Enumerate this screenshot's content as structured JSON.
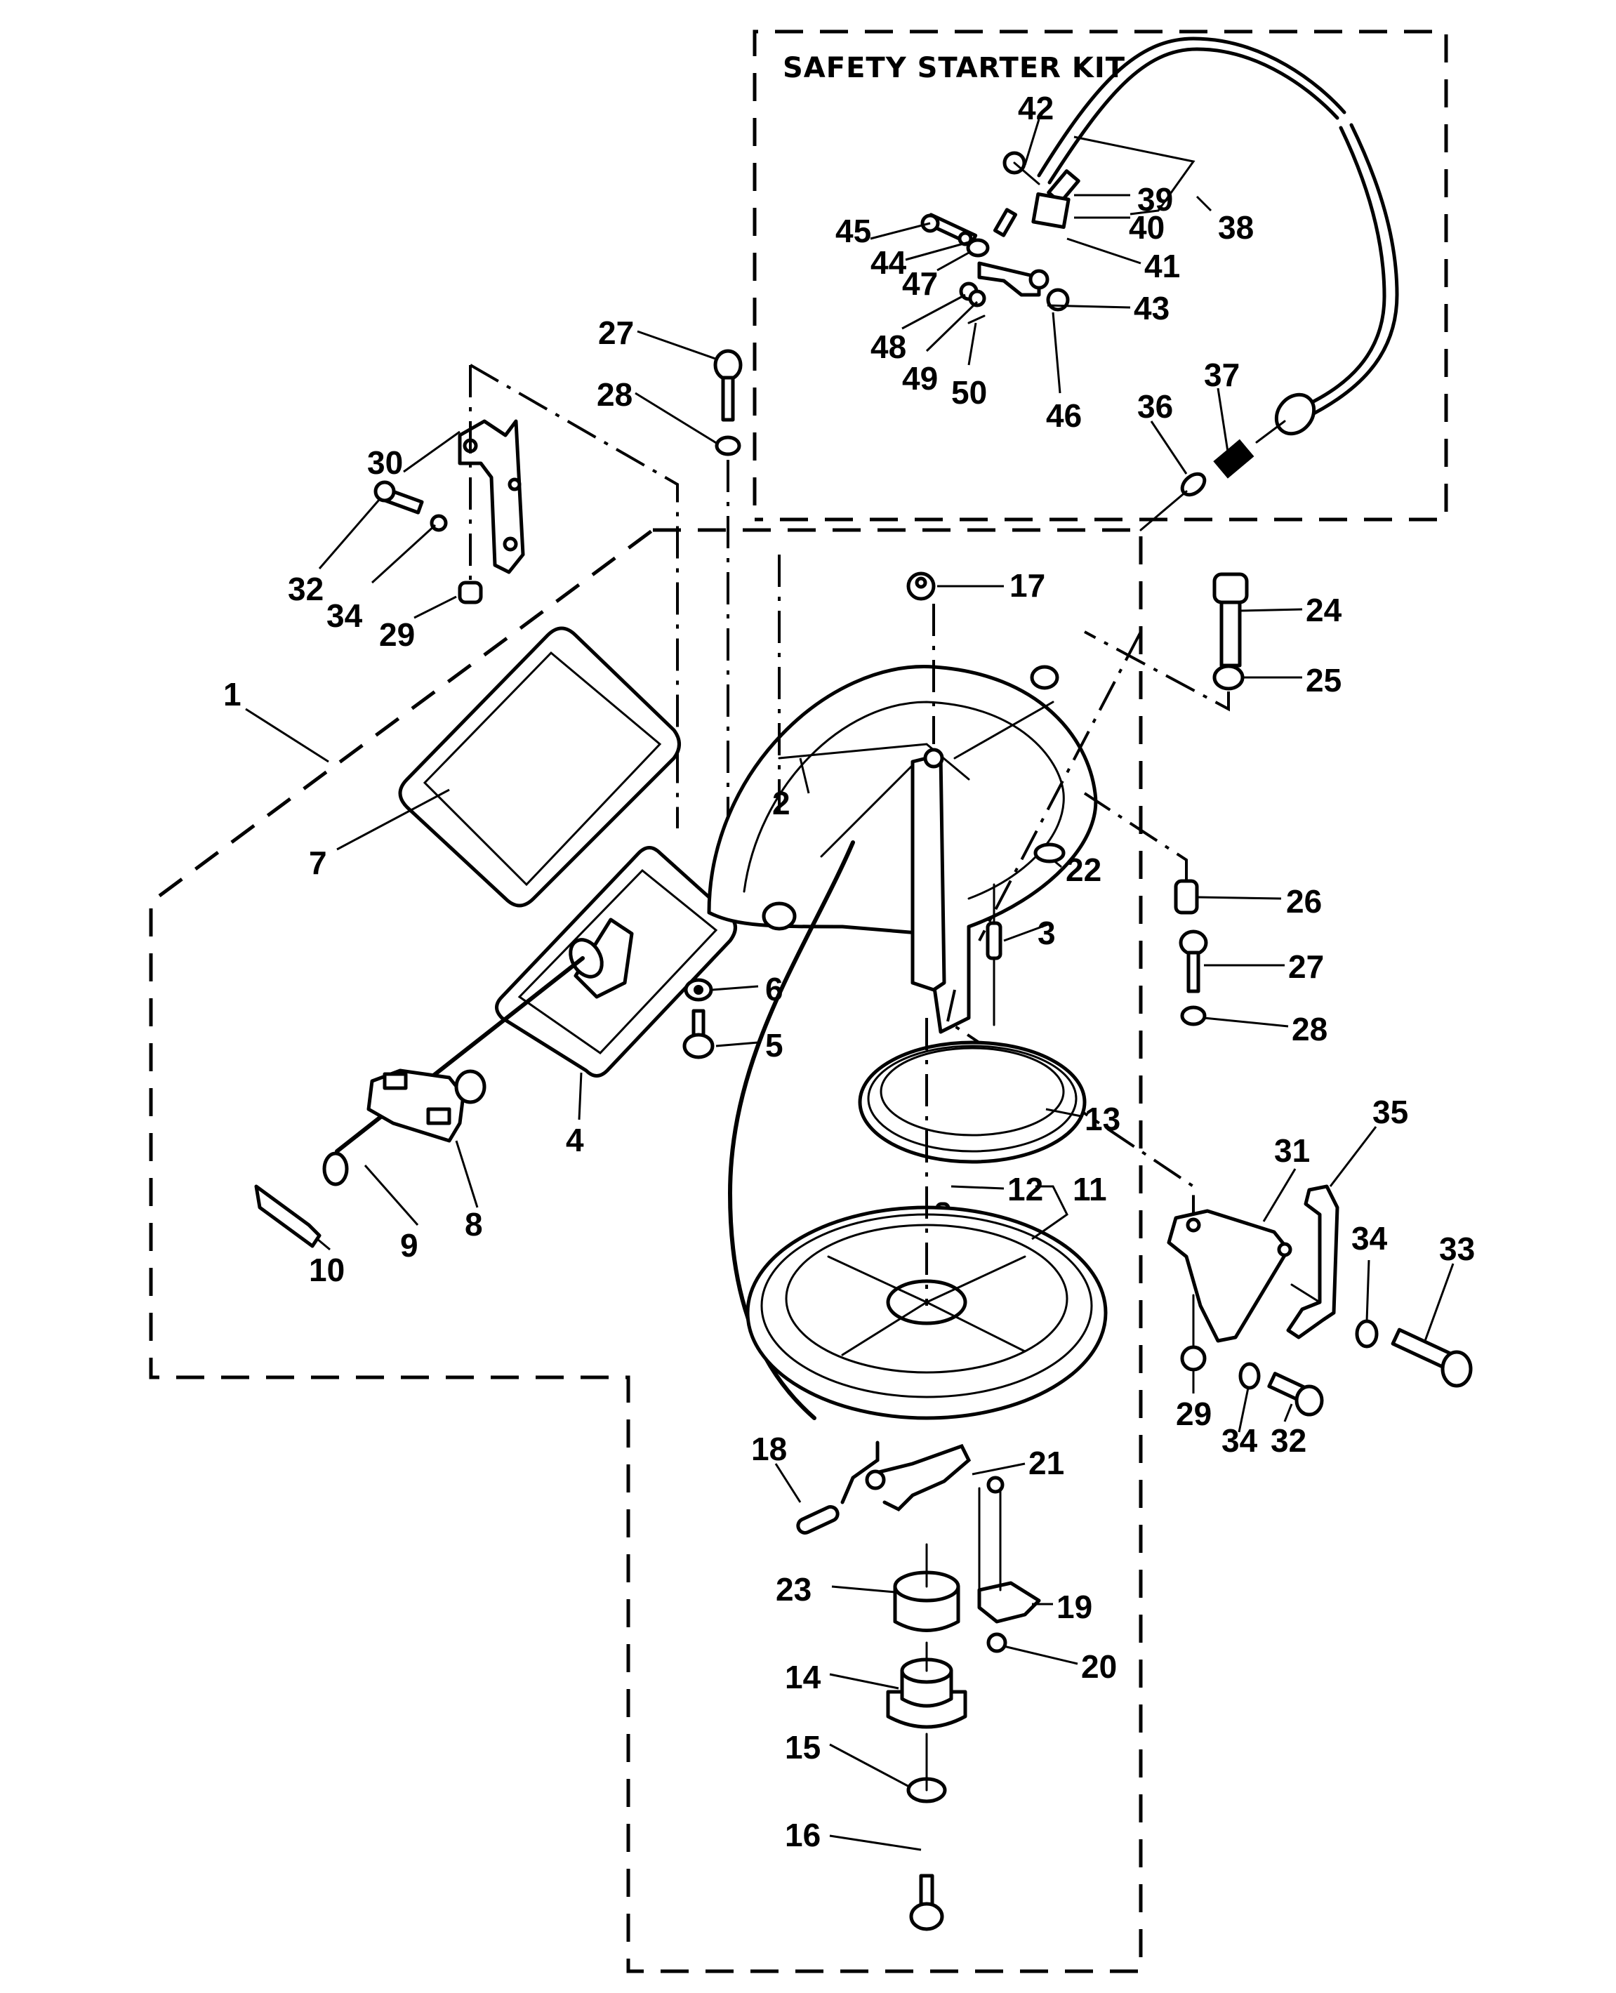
{
  "diagram": {
    "title": "SAFETY STARTER KIT",
    "line_color": "#000000",
    "background_color": "#ffffff",
    "callouts": {
      "c1": "1",
      "c2": "2",
      "c3": "3",
      "c4": "4",
      "c5": "5",
      "c6": "6",
      "c7": "7",
      "c8": "8",
      "c9": "9",
      "c10": "10",
      "c11": "11",
      "c12": "12",
      "c13": "13",
      "c14": "14",
      "c15": "15",
      "c16": "16",
      "c17": "17",
      "c18": "18",
      "c19": "19",
      "c20": "20",
      "c21": "21",
      "c22": "22",
      "c23": "23",
      "c24": "24",
      "c25": "25",
      "c26": "26",
      "c27a": "27",
      "c27b": "27",
      "c28a": "28",
      "c28b": "28",
      "c29a": "29",
      "c29b": "29",
      "c30": "30",
      "c31": "31",
      "c32a": "32",
      "c32b": "32",
      "c33": "33",
      "c34a": "34",
      "c34b": "34",
      "c34c": "34",
      "c35": "35",
      "c36": "36",
      "c37": "37",
      "c38": "38",
      "c39": "39",
      "c40": "40",
      "c41": "41",
      "c42": "42",
      "c43": "43",
      "c44": "44",
      "c45": "45",
      "c46": "46",
      "c47": "47",
      "c48": "48",
      "c49": "49",
      "c50": "50"
    },
    "parts": [
      {
        "id": "1",
        "name": "starter-assembly-boundary"
      },
      {
        "id": "2",
        "name": "starter-housing"
      },
      {
        "id": "3",
        "name": "pin"
      },
      {
        "id": "4",
        "name": "rope-guide-gasket"
      },
      {
        "id": "5",
        "name": "screw"
      },
      {
        "id": "6",
        "name": "washer"
      },
      {
        "id": "7",
        "name": "seal"
      },
      {
        "id": "8",
        "name": "handle"
      },
      {
        "id": "9",
        "name": "rope"
      },
      {
        "id": "10",
        "name": "handle-insert"
      },
      {
        "id": "11",
        "name": "pulley-assembly"
      },
      {
        "id": "12",
        "name": "pin"
      },
      {
        "id": "13",
        "name": "rewind-spring"
      },
      {
        "id": "14",
        "name": "bushing"
      },
      {
        "id": "15",
        "name": "washer"
      },
      {
        "id": "16",
        "name": "screw"
      },
      {
        "id": "17",
        "name": "nut"
      },
      {
        "id": "18",
        "name": "pawl-spring"
      },
      {
        "id": "19",
        "name": "pawl"
      },
      {
        "id": "20",
        "name": "retainer"
      },
      {
        "id": "21",
        "name": "spring"
      },
      {
        "id": "22",
        "name": "clip"
      },
      {
        "id": "23",
        "name": "bushing"
      },
      {
        "id": "24",
        "name": "bolt"
      },
      {
        "id": "25",
        "name": "washer"
      },
      {
        "id": "26",
        "name": "spacer"
      },
      {
        "id": "27",
        "name": "screw"
      },
      {
        "id": "28",
        "name": "washer"
      },
      {
        "id": "29",
        "name": "nut"
      },
      {
        "id": "30",
        "name": "bracket"
      },
      {
        "id": "31",
        "name": "bracket"
      },
      {
        "id": "32",
        "name": "screw"
      },
      {
        "id": "33",
        "name": "bolt"
      },
      {
        "id": "34",
        "name": "washer"
      },
      {
        "id": "35",
        "name": "lever"
      },
      {
        "id": "36",
        "name": "cable-end"
      },
      {
        "id": "37",
        "name": "spring"
      },
      {
        "id": "38",
        "name": "cable-assembly"
      },
      {
        "id": "39",
        "name": "cable-fitting"
      },
      {
        "id": "40",
        "name": "cable-clip"
      },
      {
        "id": "41",
        "name": "bracket"
      },
      {
        "id": "42",
        "name": "screw"
      },
      {
        "id": "43",
        "name": "lever-plate"
      },
      {
        "id": "44",
        "name": "washer"
      },
      {
        "id": "45",
        "name": "screw"
      },
      {
        "id": "46",
        "name": "nut"
      },
      {
        "id": "47",
        "name": "spacer"
      },
      {
        "id": "48",
        "name": "washer"
      },
      {
        "id": "49",
        "name": "washer"
      },
      {
        "id": "50",
        "name": "cotter-pin"
      }
    ]
  }
}
